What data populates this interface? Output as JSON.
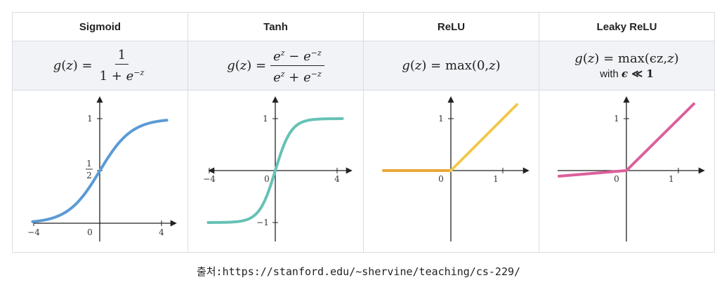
{
  "columns": [
    {
      "header": "Sigmoid",
      "formula_text": "g(z) = 1 / (1 + e^{−z})",
      "curve_color": "#5b9bd5",
      "ticks": {
        "x_neg": "−4",
        "zero": "0",
        "x_pos": "4",
        "y_top": "1",
        "y_half_num": "1",
        "y_half_den": "2"
      }
    },
    {
      "header": "Tanh",
      "formula_text": "g(z) = (e^{z} − e^{−z}) / (e^{z} + e^{−z})",
      "curve_color": "#66c2b5",
      "ticks": {
        "x_neg": "−4",
        "zero": "0",
        "x_pos": "4",
        "y_top": "1",
        "y_bottom": "−1"
      }
    },
    {
      "header": "ReLU",
      "formula_text": "g(z) = max(0, z)",
      "curve_color": "#f2c94c",
      "negative_color": "#e8a838",
      "ticks": {
        "zero": "0",
        "x_one": "1",
        "y_top": "1"
      }
    },
    {
      "header": "Leaky ReLU",
      "formula_text": "g(z) = max(ϵz, z)",
      "subtext": "with ϵ ≪ 1",
      "curve_color": "#dc5f9c",
      "ticks": {
        "zero": "0",
        "x_one": "1",
        "y_top": "1"
      }
    }
  ],
  "formula_parts": {
    "g": "g",
    "z": "z",
    "eq": "=",
    "one": "1",
    "one_plus": "1 + ",
    "e": "e",
    "neg_z_sup": "−z",
    "z_sup": "z",
    "minus": " − ",
    "plus": " + ",
    "max": "max",
    "relu_args": "(0, ",
    "leaky_args": "(ϵz, ",
    "close": ")",
    "with": "with ",
    "eps": "ϵ",
    "ll_one": " ≪ 1"
  },
  "source_text": "출처:https://stanford.edu/~shervine/teaching/cs-229/"
}
